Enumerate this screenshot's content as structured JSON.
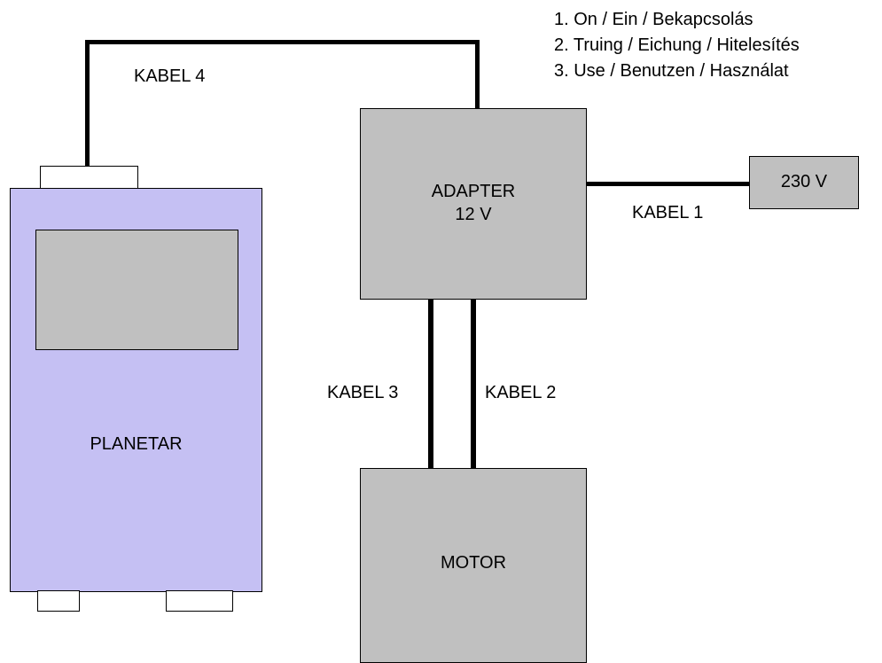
{
  "steps": [
    "1. On / Ein / Bekapcsolás",
    "2. Truing / Eichung / Hitelesítés",
    "3. Use / Benutzen / Használat"
  ],
  "cables": {
    "kabel1": "KABEL 1",
    "kabel2": "KABEL 2",
    "kabel3": "KABEL 3",
    "kabel4": "KABEL 4"
  },
  "components": {
    "power": "230 V",
    "adapter_line1": "ADAPTER",
    "adapter_line2": "12 V",
    "motor": "MOTOR",
    "planetar": "PLANETAR"
  },
  "colors": {
    "box_gray": "#c0c0c0",
    "planetar_purple": "#c5c0f3",
    "wire": "#000000"
  }
}
